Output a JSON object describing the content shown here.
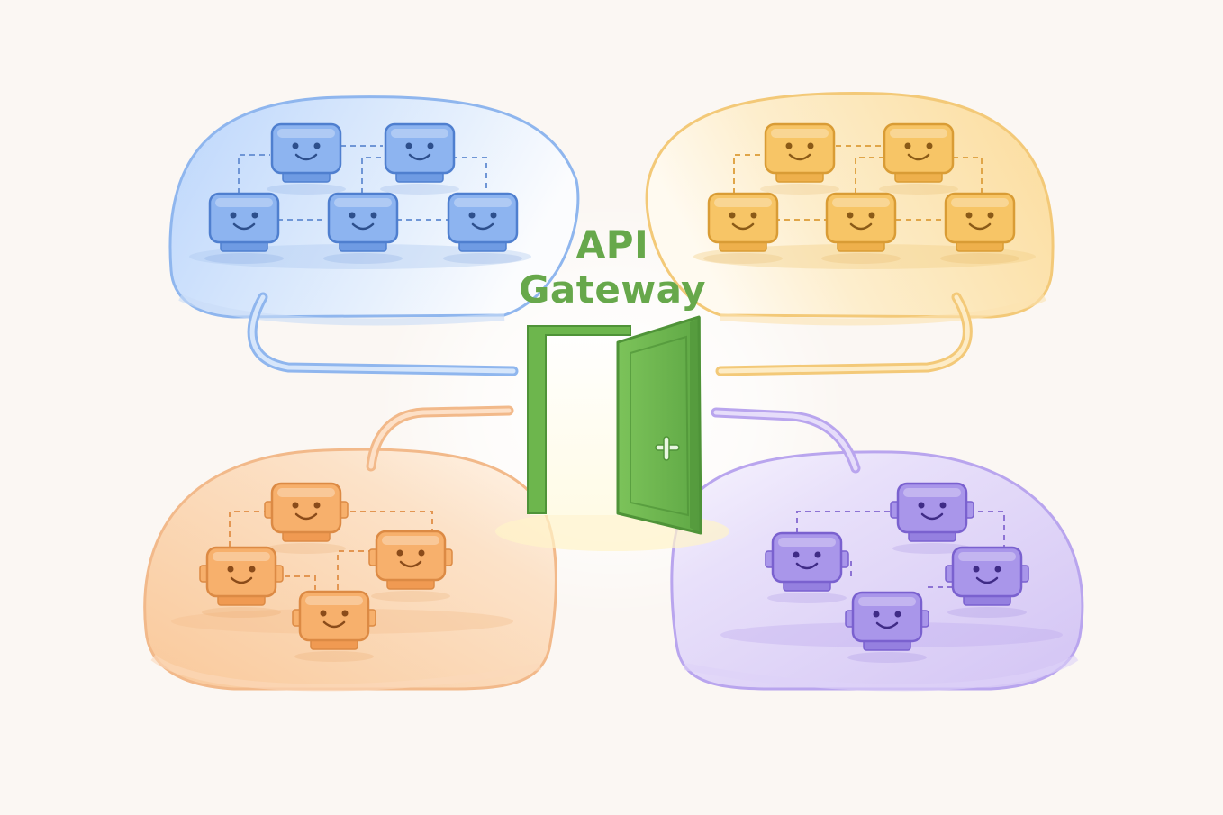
{
  "gateway": {
    "title_line1": "API",
    "title_line2": "Gateway",
    "icon": "open-door-icon"
  },
  "colors": {
    "background": "#fbf7f3",
    "gateway_green": "#67a84b",
    "cluster_blue": "#6fa0e6",
    "cluster_amber": "#f0b54a",
    "cluster_orange": "#f0a05a",
    "cluster_purple": "#9f86e0"
  },
  "clusters": [
    {
      "name": "cluster-blue",
      "color": "blue",
      "robot_icon": "robot-icon",
      "robots": 5
    },
    {
      "name": "cluster-amber",
      "color": "amber",
      "robot_icon": "robot-icon",
      "robots": 5
    },
    {
      "name": "cluster-orange",
      "color": "orange",
      "robot_icon": "robot-icon",
      "robots": 4
    },
    {
      "name": "cluster-purple",
      "color": "purple",
      "robot_icon": "robot-icon",
      "robots": 4
    }
  ]
}
